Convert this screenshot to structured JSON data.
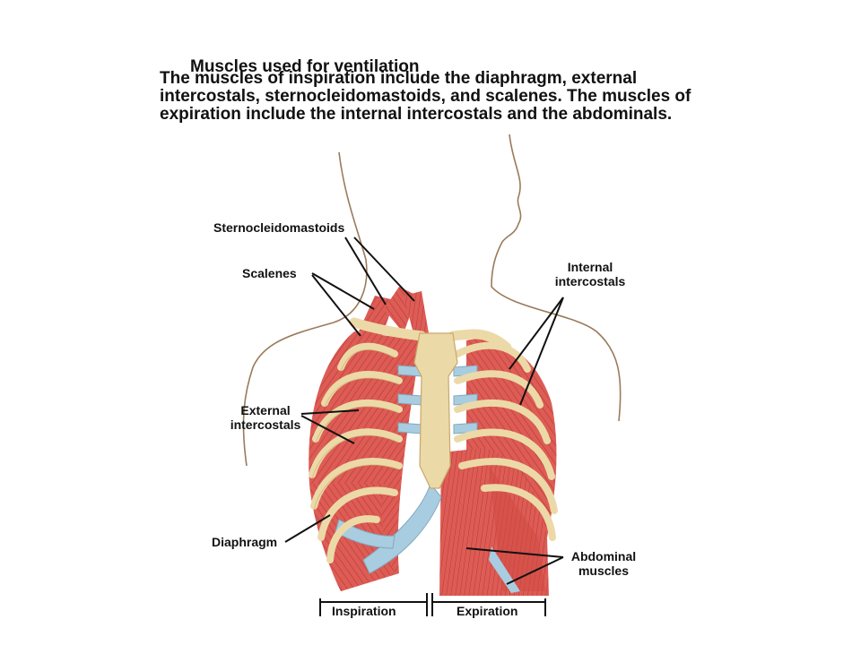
{
  "slide": {
    "heading": "Muscles used for  ventilation",
    "paragraph_lines": [
      "The muscles of inspiration include the diaphragm, external",
      "intercostals, sternocleidomastoids, and scalenes.  The muscles of",
      "expiration include the internal intercostals and the abdominals."
    ]
  },
  "diagram": {
    "labels": {
      "sternocleidomastoids": "Sternocleidomastoids",
      "scalenes": "Scalenes",
      "external_line1": "External",
      "external_line2": "intercostals",
      "internal_line1": "Internal",
      "internal_line2": "intercostals",
      "diaphragm": "Diaphragm",
      "abdominal_line1": "Abdominal",
      "abdominal_line2": "muscles",
      "inspiration": "Inspiration",
      "expiration": "Expiration"
    },
    "colors": {
      "muscle": "#d9534f",
      "muscle_dark": "#b9302c",
      "bone": "#ecd9a8",
      "bone_edge": "#c9a86a",
      "cartilage": "#a9cde0",
      "outline": "#9a7b5a"
    }
  }
}
